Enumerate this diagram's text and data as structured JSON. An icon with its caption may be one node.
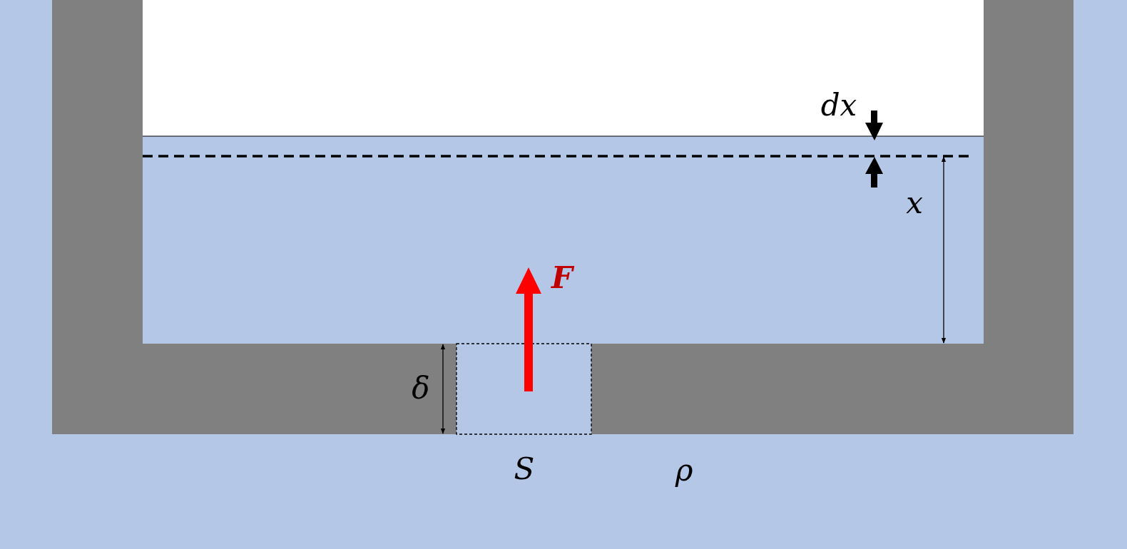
{
  "diagram": {
    "labels": [
      "dx",
      "x",
      "F",
      "δ",
      "S",
      "ρ"
    ]
  }
}
